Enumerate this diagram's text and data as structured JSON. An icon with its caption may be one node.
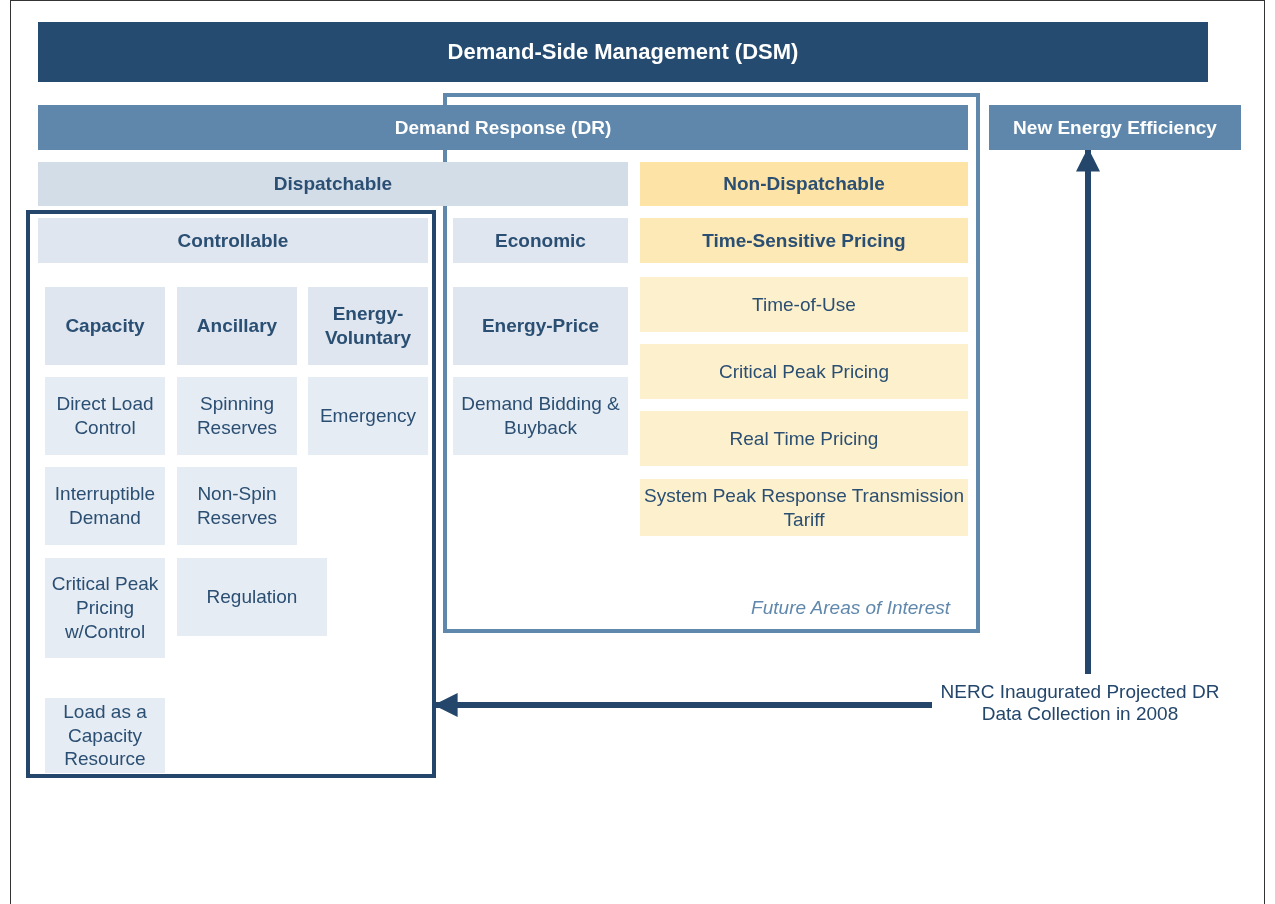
{
  "diagram": {
    "nodes": [
      {
        "text": [
          "Demand-Side Management (DSM)"
        ]
      },
      {
        "text": [
          "Demand Response (DR)"
        ]
      },
      {
        "text": [
          "New Energy Efficiency"
        ]
      },
      {
        "text": [
          "Future Areas of Interest"
        ]
      },
      {
        "text": [
          "Dispatchable"
        ]
      },
      {
        "text": [
          "Non-Dispatchable"
        ],
        "in": 3
      },
      {
        "text": [],
        "shape": "box"
      },
      {
        "text": [
          "Controllable"
        ],
        "in": 6
      },
      {
        "text": [
          "Economic"
        ],
        "in": 3
      },
      {
        "text": [
          "Time-Sensitive Pricing"
        ],
        "in": 3
      },
      {
        "text": [
          "Capacity"
        ],
        "in": 6
      },
      {
        "text": [
          "Ancillary"
        ],
        "in": 6
      },
      {
        "text": [
          "Energy-Voluntary"
        ],
        "in": 6
      },
      {
        "text": [
          "Energy-Price"
        ],
        "in": 3
      },
      {
        "text": [
          "Time-of-Use"
        ],
        "in": 3
      },
      {
        "text": [
          "Direct Load Control"
        ],
        "in": 6
      },
      {
        "text": [
          "Spinning Reserves"
        ],
        "in": 6
      },
      {
        "text": [
          "Emergency"
        ],
        "in": 6
      },
      {
        "text": [
          "Demand Bidding & Buyback"
        ],
        "in": 3
      },
      {
        "text": [
          "Critical Peak Pricing"
        ],
        "in": 3
      },
      {
        "text": [
          "Real Time Pricing"
        ],
        "in": 3
      },
      {
        "text": [
          "Interruptible Demand"
        ],
        "in": 6
      },
      {
        "text": [
          "Non-Spin Reserves"
        ],
        "in": 6
      },
      {
        "text": [
          "System Peak Response Transmission Tariff"
        ],
        "in": 3
      },
      {
        "text": [
          "Critical Peak Pricing w/Control"
        ],
        "in": 6
      },
      {
        "text": [
          "Regulation"
        ],
        "in": 6
      },
      {
        "text": [
          "Load as a Capacity Resource"
        ],
        "in": 6
      },
      {
        "text": [
          "NERC Inaugurated Projected DR Data Collection in 2008"
        ]
      }
    ],
    "edges": [
      {
        "from": 27,
        "to": 2,
        "arrow": "to"
      },
      {
        "from": 27,
        "to": 6,
        "arrow": "to"
      }
    ]
  }
}
